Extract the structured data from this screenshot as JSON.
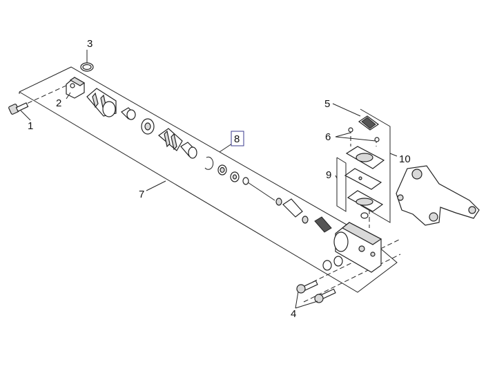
{
  "callouts": [
    {
      "id": "1",
      "label": "1"
    },
    {
      "id": "2",
      "label": "2"
    },
    {
      "id": "3",
      "label": "3"
    },
    {
      "id": "4",
      "label": "4"
    },
    {
      "id": "5",
      "label": "5"
    },
    {
      "id": "6",
      "label": "6"
    },
    {
      "id": "7",
      "label": "7"
    },
    {
      "id": "8",
      "label": "8",
      "highlighted": true
    },
    {
      "id": "9",
      "label": "9"
    },
    {
      "id": "10",
      "label": "10"
    }
  ],
  "colors": {
    "line": "#222222",
    "highlight_border": "#3a3a8c",
    "background": "#ffffff"
  }
}
